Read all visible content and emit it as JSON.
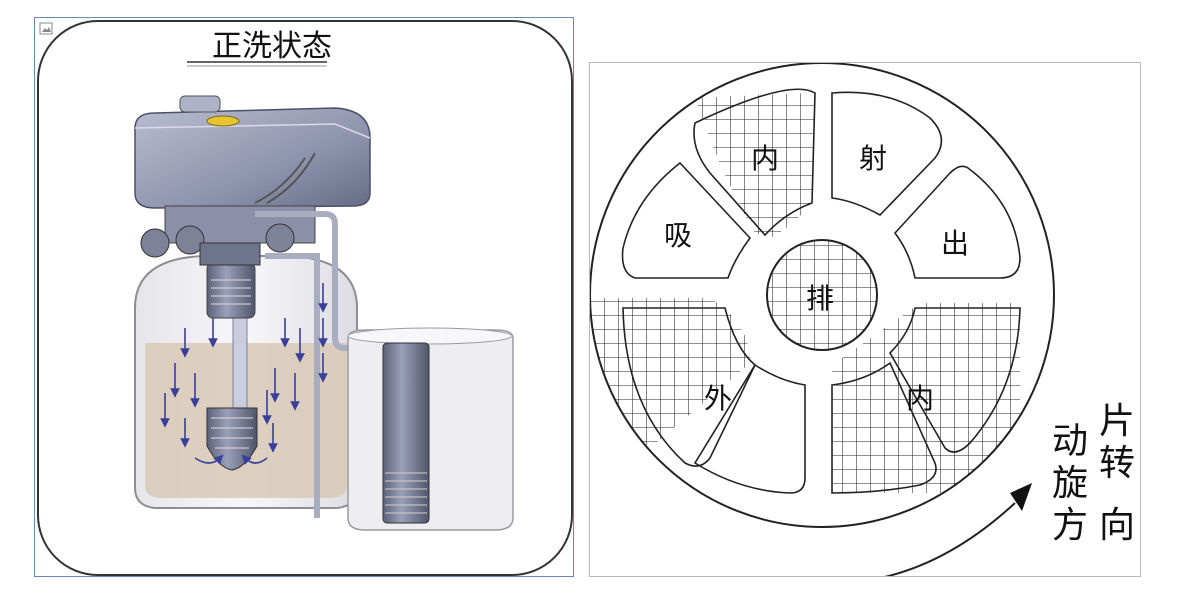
{
  "left_panel": {
    "title": "正洗状态"
  },
  "right_panel": {
    "sectors": {
      "inner_top": "内",
      "shoot": "射",
      "suck": "吸",
      "out": "出",
      "drain": "排",
      "outer": "外",
      "inner_bottom": "内"
    },
    "legend": {
      "col1": [
        "动",
        "旋",
        "方"
      ],
      "col2": [
        "片",
        "转",
        "向"
      ]
    }
  },
  "colors": {
    "liquid": "#d9c9b6",
    "valve_body": "#8e94ad",
    "arrow": "#3a3f9a",
    "line": "#222222",
    "frame_left": "#6b87b8",
    "frame_right": "#b8b8b8"
  }
}
